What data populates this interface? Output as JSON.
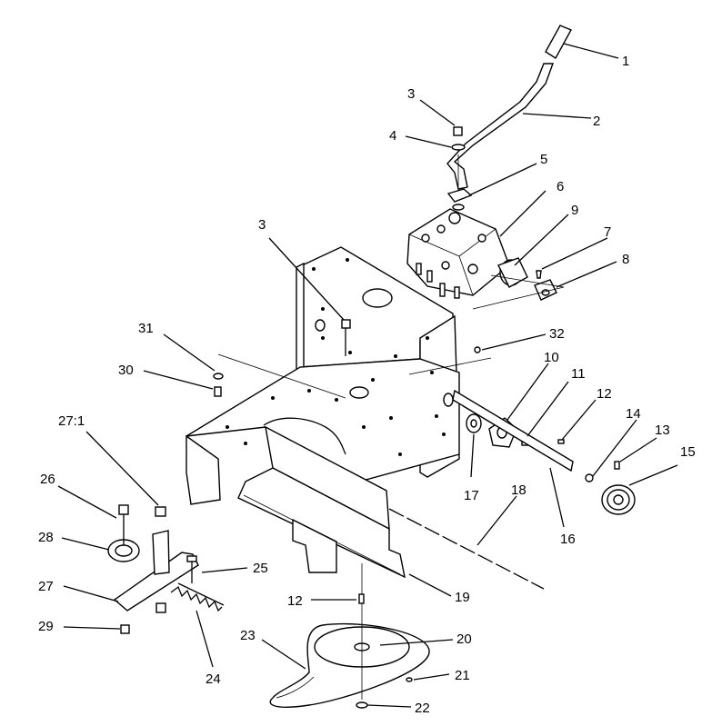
{
  "diagram": {
    "callouts": [
      "1",
      "2",
      "3",
      "4",
      "5",
      "6",
      "9",
      "7",
      "8",
      "3",
      "32",
      "31",
      "10",
      "11",
      "12",
      "30",
      "14",
      "13",
      "15",
      "27:1",
      "17",
      "16",
      "18",
      "26",
      "28",
      "25",
      "27",
      "19",
      "12",
      "29",
      "24",
      "23",
      "20",
      "21",
      "22"
    ]
  }
}
